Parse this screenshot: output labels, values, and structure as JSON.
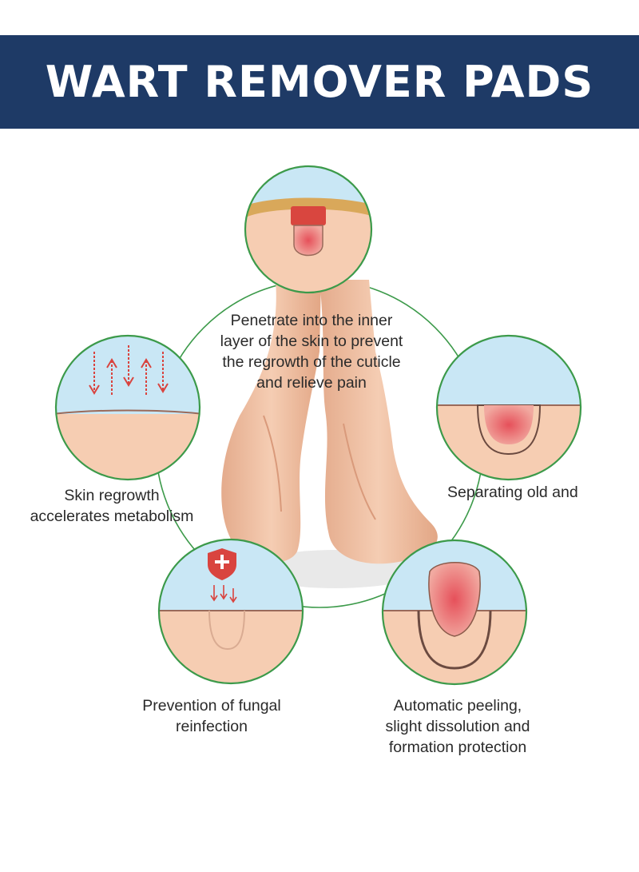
{
  "title": "WART REMOVER PADS",
  "steps": [
    {
      "lines": [
        "Penetrate into the inner",
        "layer of the skin to prevent",
        "the regrowth of the cuticle",
        "and relieve pain"
      ]
    },
    {
      "lines": [
        "Separating old and"
      ]
    },
    {
      "lines": [
        "Automatic peeling,",
        "slight dissolution and",
        "formation protection"
      ]
    },
    {
      "lines": [
        "Prevention of fungal",
        "reinfection"
      ]
    },
    {
      "lines": [
        "Skin regrowth",
        "accelerates metabolism"
      ]
    }
  ],
  "colors": {
    "banner": "#1e3a66",
    "ring": "#3c9a4a",
    "sky": "#c9e7f5",
    "skin": "#f6cdb2",
    "wart": "#e45f5f",
    "arrow": "#d9443f"
  },
  "icons": [
    "shield-plus-icon",
    "arrow-down-icon",
    "arrow-up-icon"
  ]
}
